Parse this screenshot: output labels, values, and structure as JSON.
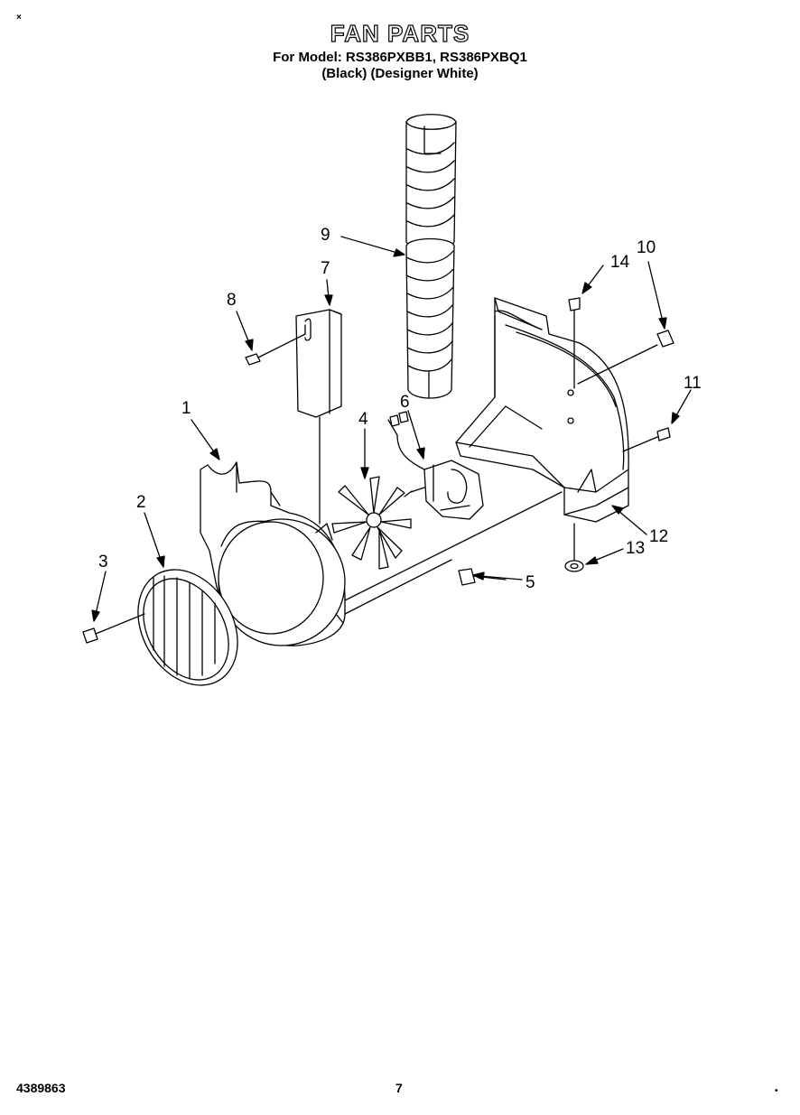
{
  "header": {
    "title": "FAN PARTS",
    "model_line": "For Model: RS386PXBB1, RS386PXBQ1",
    "variant_line": "(Black)  (Designer White)"
  },
  "callouts": [
    "1",
    "2",
    "3",
    "4",
    "5",
    "6",
    "7",
    "8",
    "9",
    "10",
    "11",
    "12",
    "13",
    "14"
  ],
  "footer": {
    "part_number": "4389863",
    "page_number": "7"
  },
  "corner_marks": {
    "top_left": "×",
    "bottom_right": "•"
  }
}
